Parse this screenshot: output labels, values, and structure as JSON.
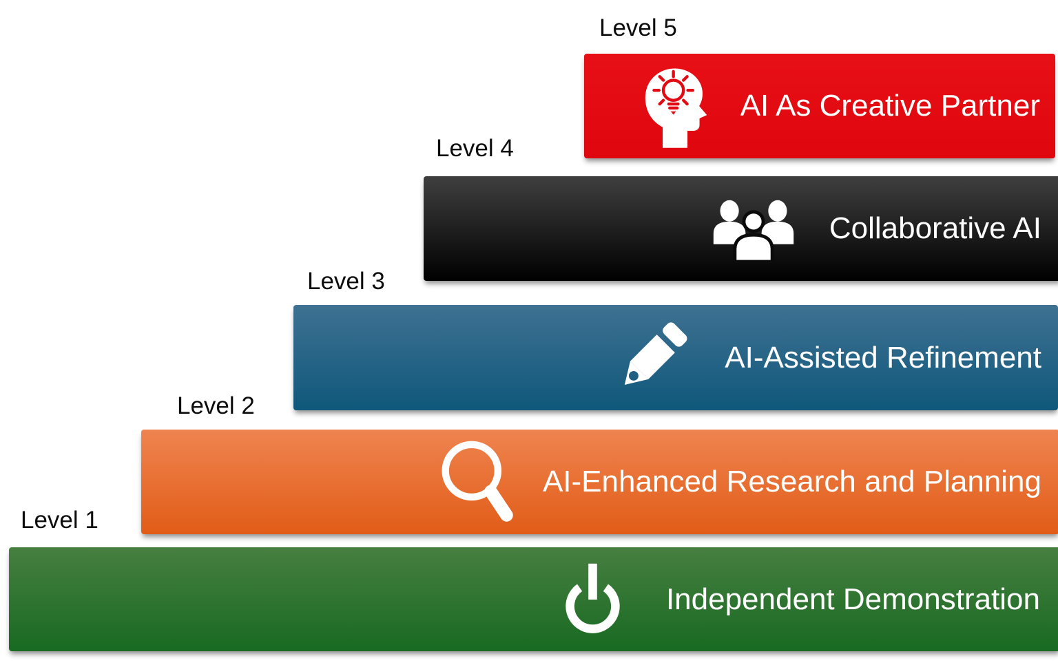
{
  "diagram": {
    "type": "stair-step maturity levels",
    "background": "#ffffff",
    "label_color": "#0d0d0d",
    "bar_text_color": "#ffffff",
    "levels": [
      {
        "label": "Level 1",
        "title": "Independent Demonstration",
        "icon": "power-icon",
        "gradient_top": "#477f41",
        "gradient_bottom": "#186a21"
      },
      {
        "label": "Level 2",
        "title": "AI-Enhanced Research and Planning",
        "icon": "search-icon",
        "gradient_top": "#ef8450",
        "gradient_bottom": "#e15c17"
      },
      {
        "label": "Level 3",
        "title": "AI-Assisted Refinement",
        "icon": "pencil-icon",
        "gradient_top": "#3f7192",
        "gradient_bottom": "#0f587b"
      },
      {
        "label": "Level 4",
        "title": "Collaborative AI",
        "icon": "people-group-icon",
        "gradient_top": "#3f3f3f",
        "gradient_bottom": "#000000"
      },
      {
        "label": "Level 5",
        "title": "AI As Creative Partner",
        "icon": "head-lightbulb-icon",
        "gradient_top": "#e71016",
        "gradient_bottom": "#df070d",
        "icon_accent": "#e30b13"
      }
    ]
  }
}
